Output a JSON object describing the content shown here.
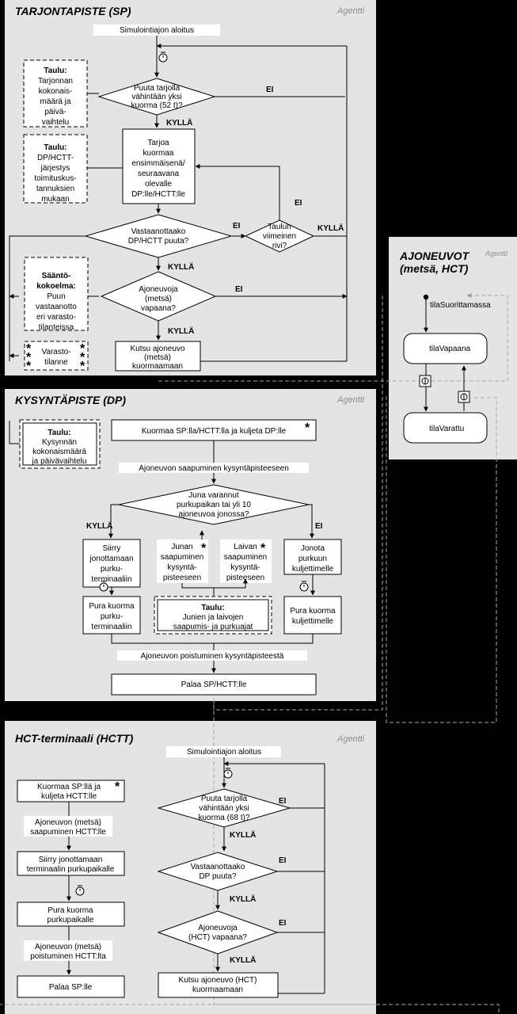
{
  "sp": {
    "title": "TARJONTAPISTE (SP)",
    "agent": "Agentti",
    "start": "Simulointiajon aloitus",
    "dec_supply": [
      "Puuta tarjolla",
      "vähintään yksi",
      "kuorma (52 t)?"
    ],
    "no1": "EI",
    "yes1": "KYLLÄ",
    "table1": [
      "Taulu:",
      "Tarjonnan",
      "kokonais-",
      "määrä ja",
      "päivä-",
      "vaihtelu"
    ],
    "table2": [
      "Taulu:",
      "DP/HCTT-",
      "järjestys",
      "toimituskus-",
      "tannuksien",
      "mukaan"
    ],
    "offer": [
      "Tarjoa",
      "kuormaa",
      "ensimmäisenä/",
      "seuraavana",
      "olevalle",
      "DP:lle/HCTT:lle"
    ],
    "dec_accept": [
      "Vastaanottaako",
      "DP/HCTT puuta?"
    ],
    "no2": "EI",
    "dec_last": [
      "Taulun",
      "viimeinen",
      "rivi?"
    ],
    "no3": "EI",
    "yes3": "KYLLÄ",
    "rules": [
      "Sääntö-",
      "kokoelma:",
      "Puun",
      "vastaanotto",
      "eri varasto-",
      "tilanteissa"
    ],
    "yes2": "KYLLÄ",
    "dec_vehicle": [
      "Ajoneuvoja",
      "(metsä)",
      "vapaana?"
    ],
    "no4": "EI",
    "yes4": "KYLLÄ",
    "storage": [
      "Varasto-",
      "tilanne"
    ],
    "call": [
      "Kutsu ajoneuvo",
      "(metsä)",
      "kuormaamaan"
    ]
  },
  "veh": {
    "title": [
      "AJONEUVOT",
      "(metsä, HCT)"
    ],
    "agent": "Agentti",
    "state_performing": "tilaSuorittamassa",
    "state_free": "tilaVapaana",
    "state_reserved": "tilaVarattu"
  },
  "dp": {
    "title": "KYSYNTÄPISTE (DP)",
    "agent": "Agentti",
    "table_demand": [
      "Taulu:",
      "Kysynnän",
      "kokonaismäärä",
      "ja päivävaihtelu"
    ],
    "load": "Kuormaa SP:lla/HCTT:lla  ja kuljeta DP:lle",
    "arrival": "Ajoneuvon saapuminen kysyntäpisteeseen",
    "dec_queue": [
      "Juna varannut",
      "purkupaikan tai yli 10",
      "ajoneuvoa jonossa?"
    ],
    "yes": "KYLLÄ",
    "no": "EI",
    "queue_terminal": [
      "Siirry",
      "jonottamaan",
      "purku-",
      "terminaaliin"
    ],
    "train_arrival": [
      "Junan",
      "saapuminen",
      "kysyntä-",
      "pisteeseen"
    ],
    "ship_arrival": [
      "Laivan",
      "saapuminen",
      "kysyntä-",
      "pisteeseen"
    ],
    "queue_conveyor": [
      "Jonota",
      "purkuun",
      "kuljettimelle"
    ],
    "unload_terminal": [
      "Pura kuorma",
      "purku-",
      "terminaaliin"
    ],
    "table_trains": [
      "Taulu:",
      "Junien ja laivojen",
      "saapumis- ja purkuajat"
    ],
    "unload_conveyor": [
      "Pura kuorma",
      "kuljettimelle"
    ],
    "departure": "Ajoneuvon poistuminen kysyntäpisteestä",
    "return": "Palaa SP/HCTT:lle"
  },
  "hct": {
    "title": "HCT-terminaali (HCTT)",
    "agent": "Agentti",
    "start": "Simulointiajon aloitus",
    "load": [
      "Kuormaa SP:llä ja",
      "kuljeta HCTT:lle"
    ],
    "arrival": [
      "Ajoneuvon  (metsä)",
      "saapuminen HCTT:lle"
    ],
    "queue": [
      "Siirry jonottamaan",
      "terminaalin purkupaikalle"
    ],
    "unload": [
      "Pura kuorma",
      "purkupaikalle"
    ],
    "departure": [
      "Ajoneuvon  (metsä)",
      "poistuminen HCTT:lta"
    ],
    "return": "Palaa SP:lle",
    "dec_supply": [
      "Puuta tarjolla",
      "vähintään yksi",
      "kuorma (68 t)?"
    ],
    "no1": "EI",
    "yes1": "KYLLÄ",
    "dec_accept": [
      "Vastaanottaako",
      "DP puuta?"
    ],
    "no2": "EI",
    "yes2": "KYLLÄ",
    "dec_vehicle": [
      "Ajoneuvoja",
      "(HCT) vapaana?"
    ],
    "no3": "EI",
    "yes3": "KYLLÄ",
    "call": [
      "Kutsu ajoneuvo (HCT)",
      "kuormaamaan"
    ]
  }
}
